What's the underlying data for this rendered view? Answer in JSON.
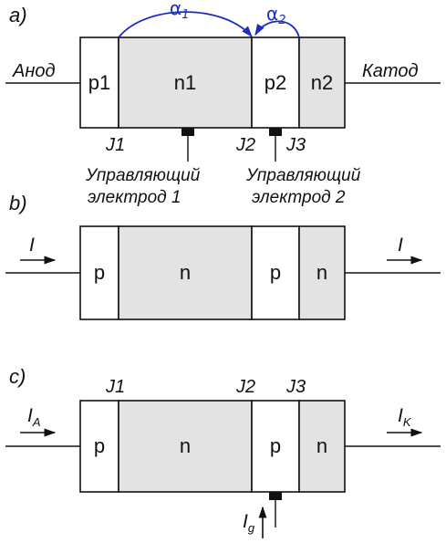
{
  "panels": {
    "a": "a)",
    "b": "b)",
    "c": "c)"
  },
  "panel_a": {
    "anode_label": "Анод",
    "cathode_label": "Катод",
    "regions": {
      "p1": "p1",
      "n1": "n1",
      "p2": "p2",
      "n2": "n2"
    },
    "junctions": {
      "j1": "J1",
      "j2": "J2",
      "j3": "J3"
    },
    "gate1": {
      "line1": "Управляющий",
      "line2": "электрод 1"
    },
    "gate2": {
      "line1": "Управляющий",
      "line2": "электрод 2"
    },
    "alpha1": {
      "base": "α",
      "sub": "1"
    },
    "alpha2": {
      "base": "α",
      "sub": "2"
    }
  },
  "panel_b": {
    "regions": {
      "r1": "p",
      "r2": "n",
      "r3": "p",
      "r4": "n"
    },
    "current_in": "I",
    "current_out": "I"
  },
  "panel_c": {
    "regions": {
      "r1": "p",
      "r2": "n",
      "r3": "p",
      "r4": "n"
    },
    "junctions": {
      "j1": "J1",
      "j2": "J2",
      "j3": "J3"
    },
    "anode_current": {
      "base": "I",
      "sub": "A"
    },
    "cathode_current": {
      "base": "I",
      "sub": "K"
    },
    "gate_current": {
      "base": "I",
      "sub": "g"
    }
  },
  "colors": {
    "n_region_fill": "#e3e3e3",
    "p_region_fill": "#ffffff",
    "outline": "#111111",
    "alpha_arc": "#1a2dbf"
  }
}
